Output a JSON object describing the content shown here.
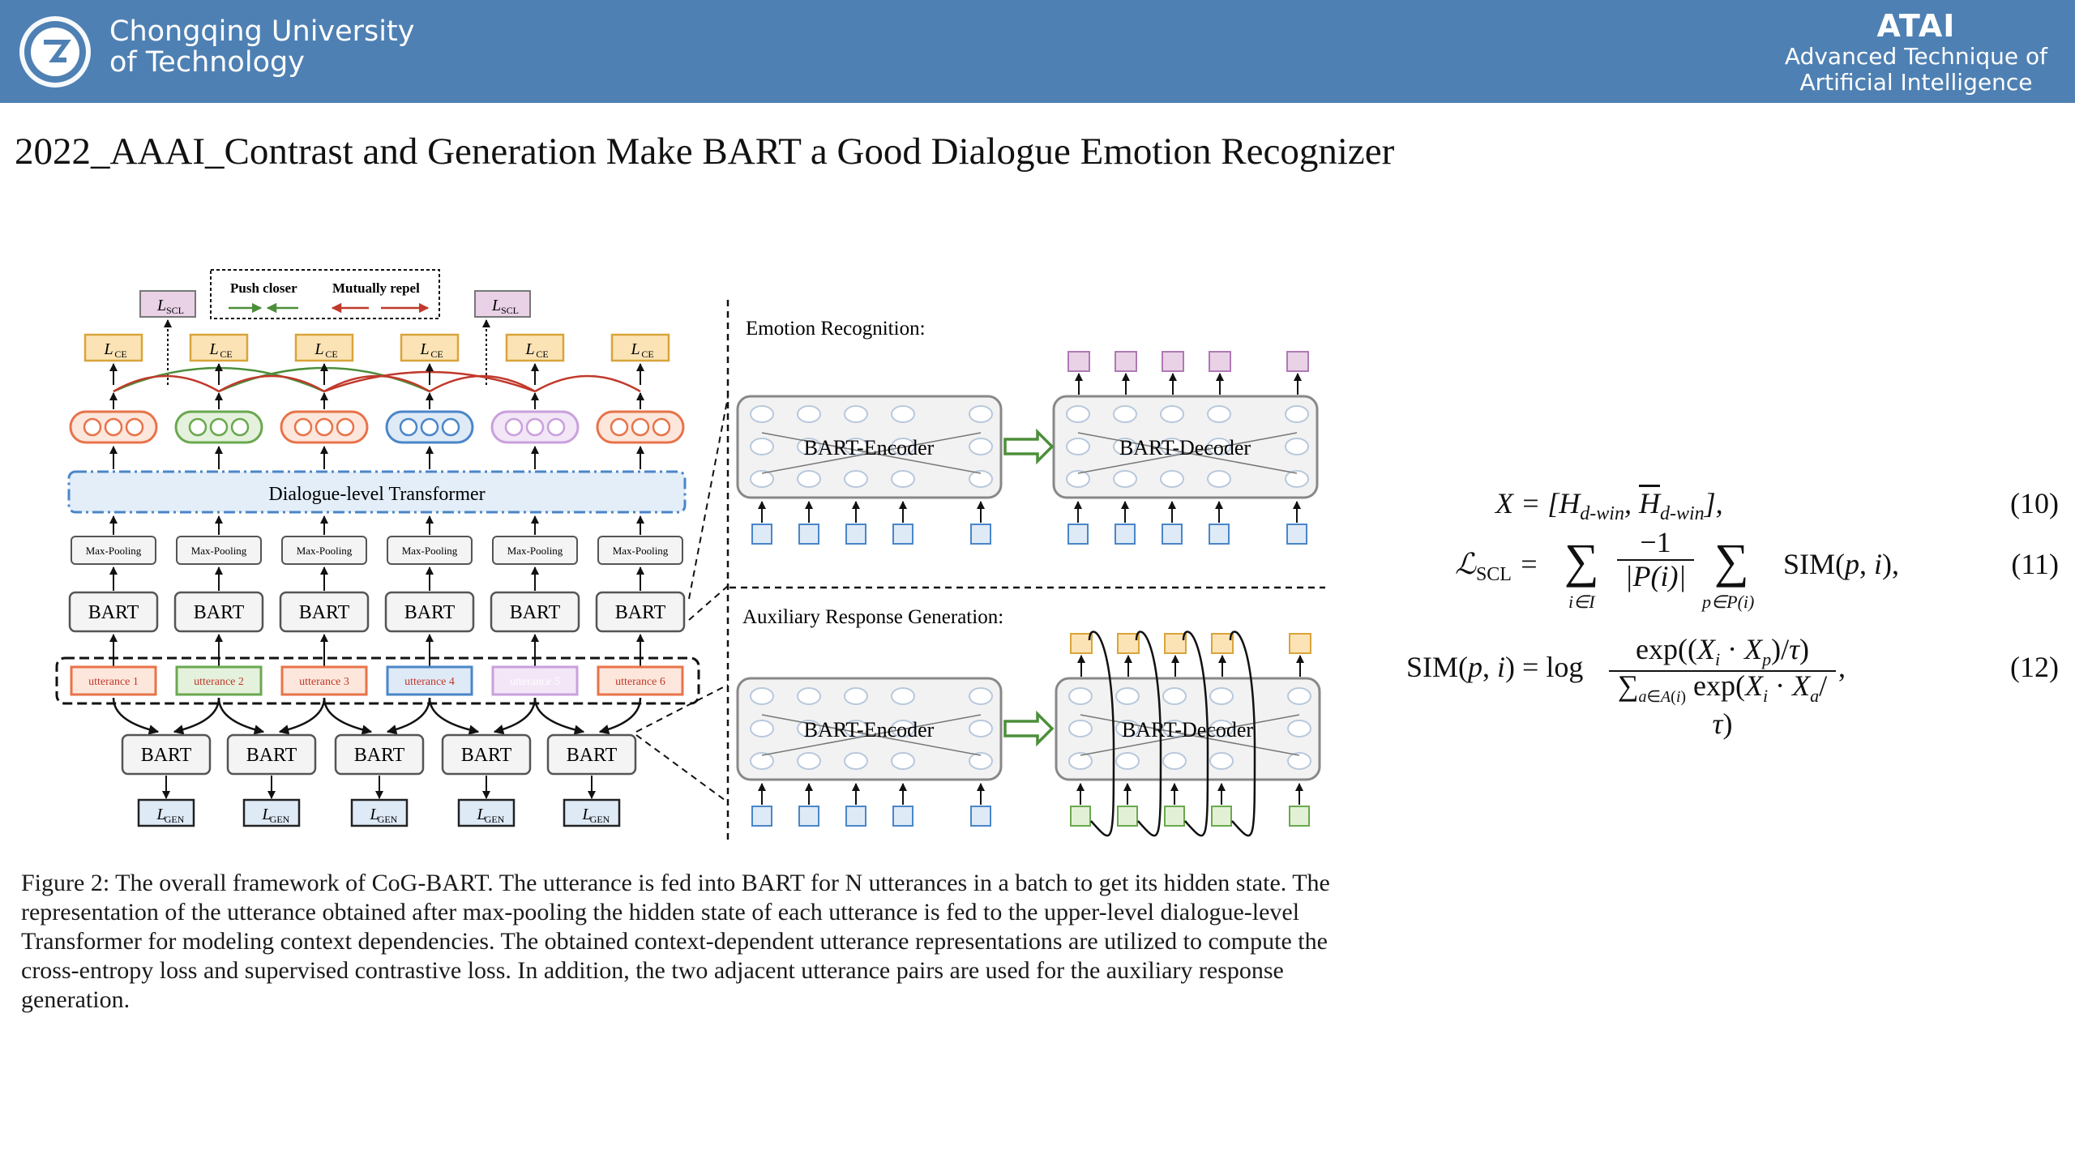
{
  "header": {
    "university_line1": "Chongqing University",
    "university_line2": "of Technology",
    "atai_title": "ATAI",
    "atai_line1": "Advanced Technique of",
    "atai_line2": "Artificial  Intelligence"
  },
  "slide": {
    "title": "2022_AAAI_Contrast and Generation Make BART a Good Dialogue Emotion Recognizer"
  },
  "figure": {
    "legend_push": "Push closer",
    "legend_repel": "Mutually repel",
    "loss_scl": "L",
    "loss_scl_sub": "SCL",
    "loss_ce": "L",
    "loss_ce_sub": "CE",
    "loss_gen": "L",
    "loss_gen_sub": "GEN",
    "transformer_label": "Dialogue-level Transformer",
    "maxpool_label": "Max-Pooling",
    "bart_label": "BART",
    "utterances": [
      "utterance 1",
      "utterance 2",
      "utterance 3",
      "utterance 4",
      "utterance 5",
      "utterance 6"
    ],
    "emotion_section": "Emotion Recognition:",
    "aux_section": "Auxiliary Response Generation:",
    "encoder_label": "BART-Encoder",
    "decoder_label": "BART-Decoder",
    "colors": {
      "orange": "#e8734a",
      "green": "#6aa84f",
      "blue": "#4a86c8",
      "violet": "#c9a0dc",
      "ce_fill": "#fbe3b5",
      "ce_stroke": "#d9a43a",
      "scl_fill": "#e9d1e6",
      "arc_green": "#4c8f3a",
      "arc_red": "#c0392b"
    }
  },
  "caption": {
    "text": "Figure 2: The overall framework of CoG-BART. The utterance is fed into BART for N utterances in a batch to get its hidden state. The representation of the utterance obtained after max-pooling the hidden state of each utterance is fed to the upper-level dialogue-level Transformer for modeling context dependencies. The obtained context-dependent utterance representations are utilized to compute the cross-entropy loss and supervised contrastive loss. In addition, the two adjacent utterance pairs are used for the auxiliary response generation."
  },
  "equations": {
    "eq10_num": "(10)",
    "eq11_num": "(11)",
    "eq12_num": "(12)"
  }
}
